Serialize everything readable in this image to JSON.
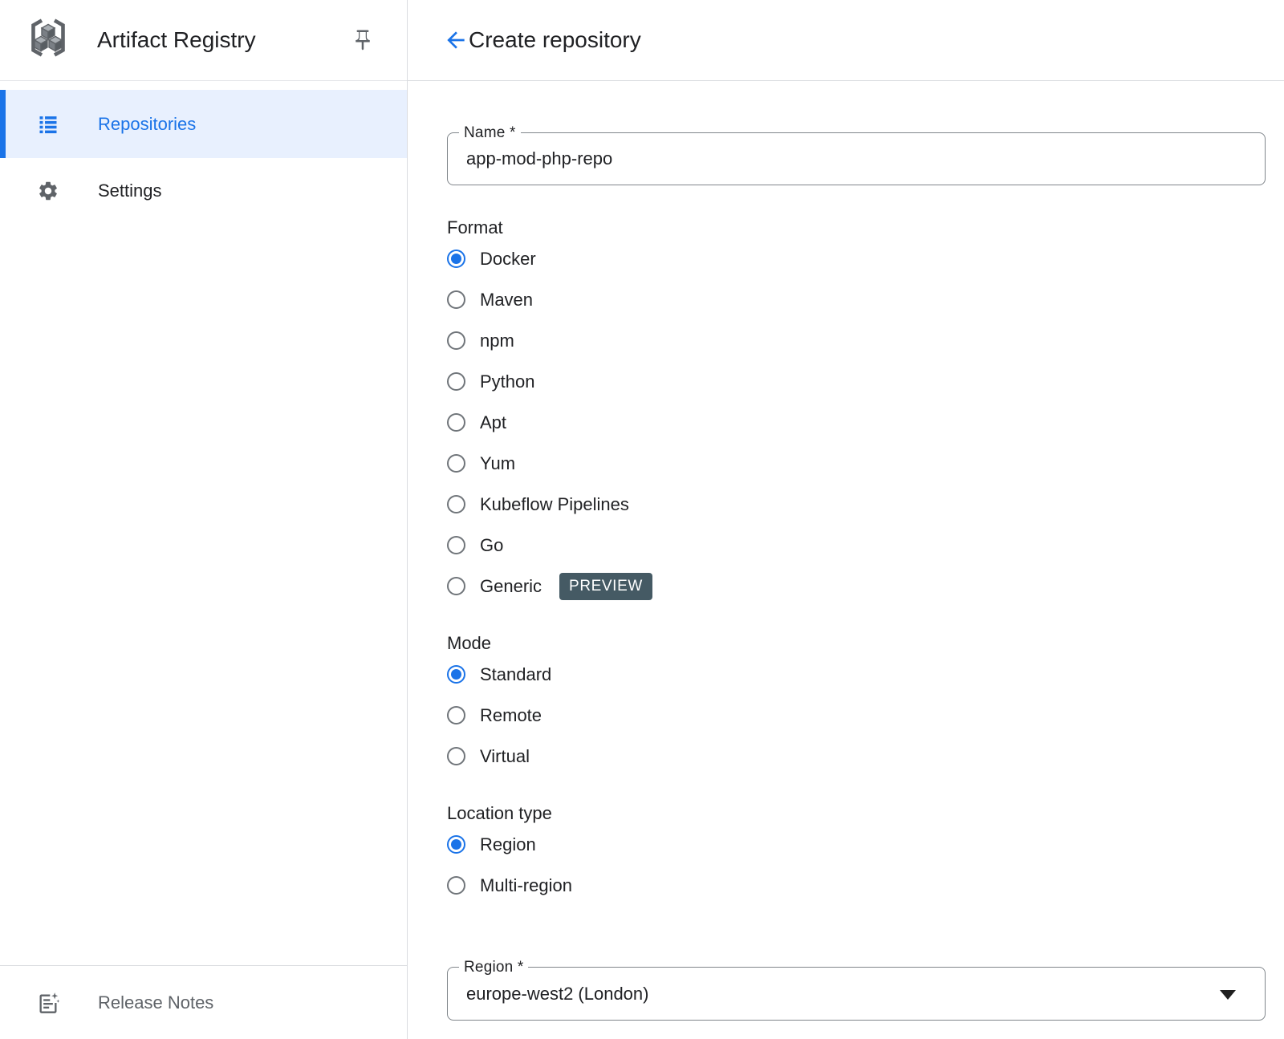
{
  "colors": {
    "accent": "#1a73e8",
    "selected_item_bg": "#e8f0fe",
    "preview_badge_bg": "#455a64",
    "text": "#202124",
    "muted_text": "#5f6368",
    "divider": "#dadce0",
    "field_border": "#80868b"
  },
  "sidebar": {
    "title": "Artifact Registry",
    "pin_icon": "pin-icon",
    "items": [
      {
        "label": "Repositories",
        "icon": "list-icon",
        "selected": true
      },
      {
        "label": "Settings",
        "icon": "gear-icon",
        "selected": false
      }
    ],
    "footer": {
      "label": "Release Notes",
      "icon": "release-notes-icon"
    }
  },
  "header": {
    "back_icon": "back-arrow-icon",
    "title": "Create repository"
  },
  "form": {
    "name_field": {
      "label": "Name *",
      "value": "app-mod-php-repo"
    },
    "format": {
      "heading": "Format",
      "selected": "Docker",
      "preview_badge": "PREVIEW",
      "options": [
        {
          "label": "Docker",
          "selected": true
        },
        {
          "label": "Maven",
          "selected": false
        },
        {
          "label": "npm",
          "selected": false
        },
        {
          "label": "Python",
          "selected": false
        },
        {
          "label": "Apt",
          "selected": false
        },
        {
          "label": "Yum",
          "selected": false
        },
        {
          "label": "Kubeflow Pipelines",
          "selected": false
        },
        {
          "label": "Go",
          "selected": false
        },
        {
          "label": "Generic",
          "selected": false,
          "badge": "PREVIEW"
        }
      ]
    },
    "mode": {
      "heading": "Mode",
      "selected": "Standard",
      "options": [
        {
          "label": "Standard",
          "selected": true
        },
        {
          "label": "Remote",
          "selected": false
        },
        {
          "label": "Virtual",
          "selected": false
        }
      ]
    },
    "location_type": {
      "heading": "Location type",
      "selected": "Region",
      "options": [
        {
          "label": "Region",
          "selected": true
        },
        {
          "label": "Multi-region",
          "selected": false
        }
      ]
    },
    "region_field": {
      "label": "Region *",
      "value": "europe-west2 (London)"
    }
  }
}
